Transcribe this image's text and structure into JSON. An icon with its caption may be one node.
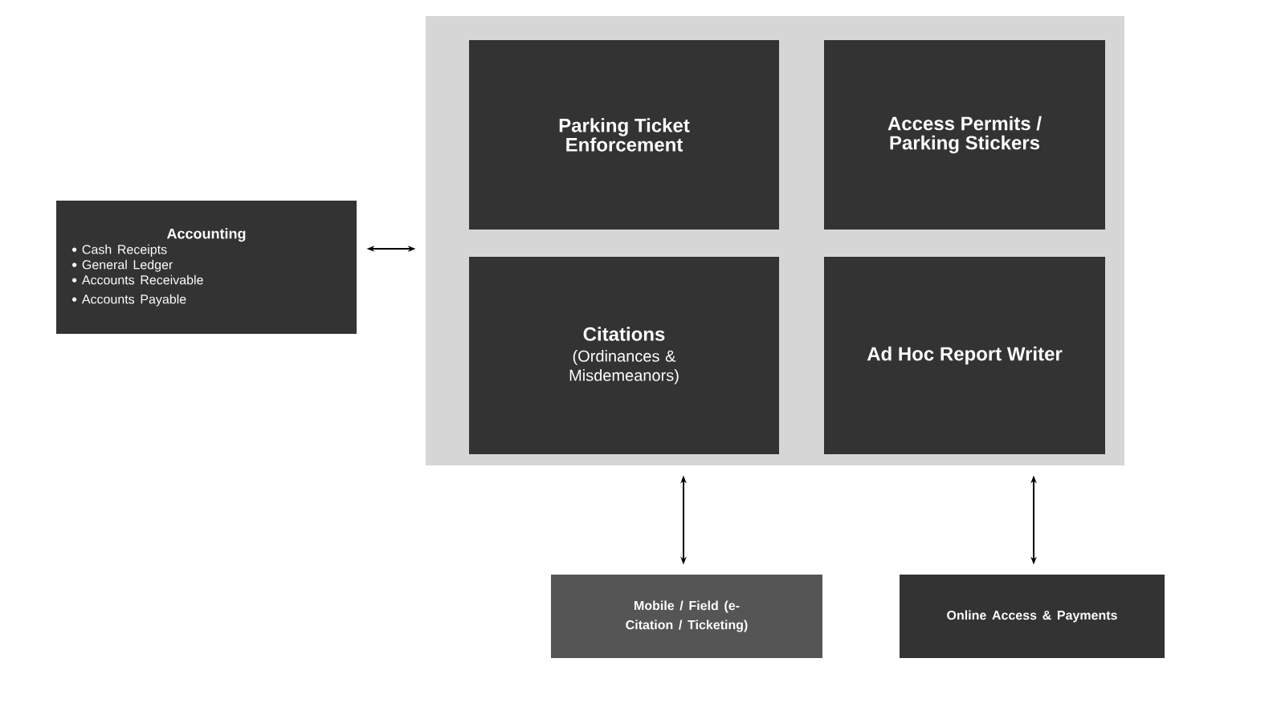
{
  "diagram": {
    "nodes": [
      {
        "text": [
          "Accounting",
          "Cash Receipts",
          "General Ledger",
          "Accounts Receivable",
          "Accounts Payable"
        ]
      },
      {
        "text": [],
        "shape": "box"
      },
      {
        "text": [
          "Parking Ticket Enforcement"
        ],
        "in": 1
      },
      {
        "text": [
          "Access Permits / Parking Stickers"
        ],
        "in": 1
      },
      {
        "text": [
          "Citations",
          "(Ordinances & Misdemeanors)"
        ],
        "in": 1
      },
      {
        "text": [
          "Ad Hoc Report Writer"
        ],
        "in": 1
      },
      {
        "text": [
          "Mobile / Field (e-Citation / Ticketing)"
        ]
      },
      {
        "text": [
          "Online Access & Payments"
        ]
      }
    ],
    "edges": [
      {
        "from": 0,
        "to": 1,
        "arrow": "both"
      },
      {
        "from": 1,
        "to": 6,
        "arrow": "both"
      },
      {
        "from": 1,
        "to": 7,
        "arrow": "both"
      }
    ]
  }
}
